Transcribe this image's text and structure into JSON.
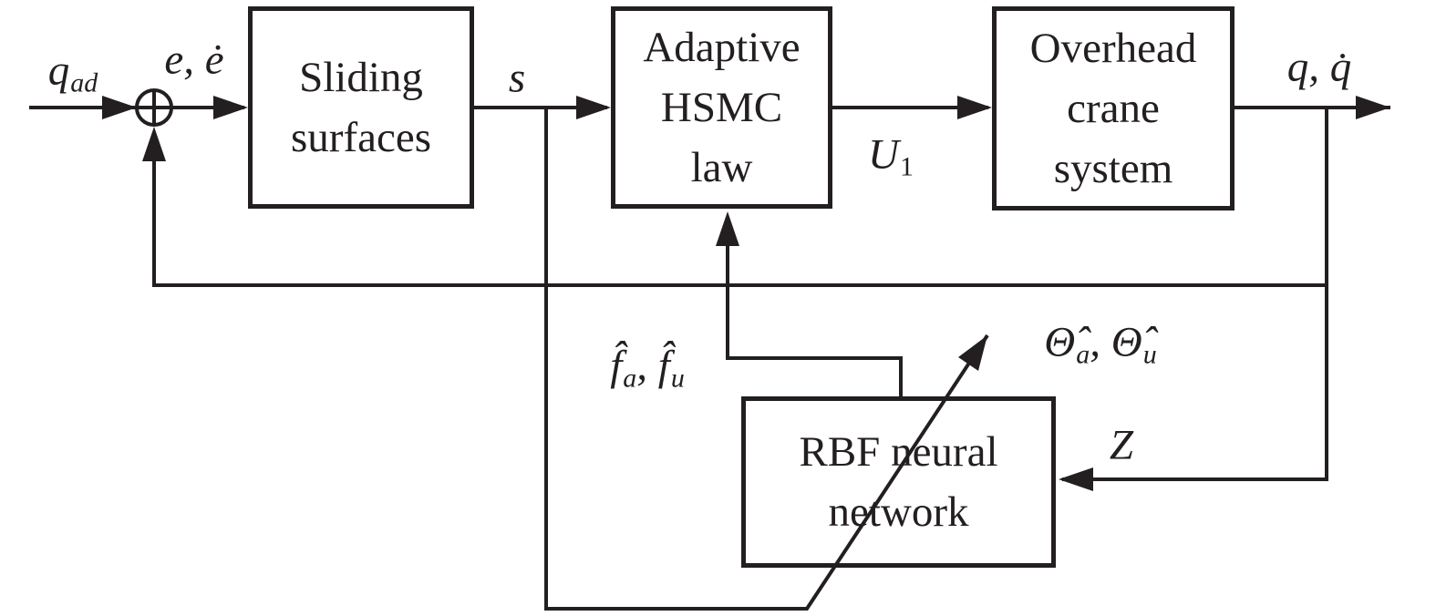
{
  "colors": {
    "ink": "#231f20",
    "background": "#ffffff"
  },
  "blocks": {
    "sliding_surfaces": {
      "lines": [
        "Sliding",
        "surfaces"
      ]
    },
    "adaptive_hsmc": {
      "lines": [
        "Adaptive",
        "HSMC",
        "law"
      ]
    },
    "overhead_crane": {
      "lines": [
        "Overhead",
        "crane",
        "system"
      ]
    },
    "rbf_network": {
      "lines": [
        "RBF neural",
        "network"
      ]
    }
  },
  "labels": {
    "reference": {
      "base": "q",
      "sub": "ad"
    },
    "error": "e, ė",
    "sliding_variable": "s",
    "control_input": {
      "base": "U",
      "sub": "1"
    },
    "plant_output": "q, q̇",
    "f_estimates": {
      "first_base": "f̂",
      "first_sub": "a",
      "separator": ", ",
      "second_base": "f̂",
      "second_sub": "u"
    },
    "theta_estimates": {
      "first_base": "Θ̂",
      "first_sub": "a",
      "separator": ", ",
      "second_base": "Θ̂",
      "second_sub": "u"
    },
    "rbf_input": "Z"
  }
}
